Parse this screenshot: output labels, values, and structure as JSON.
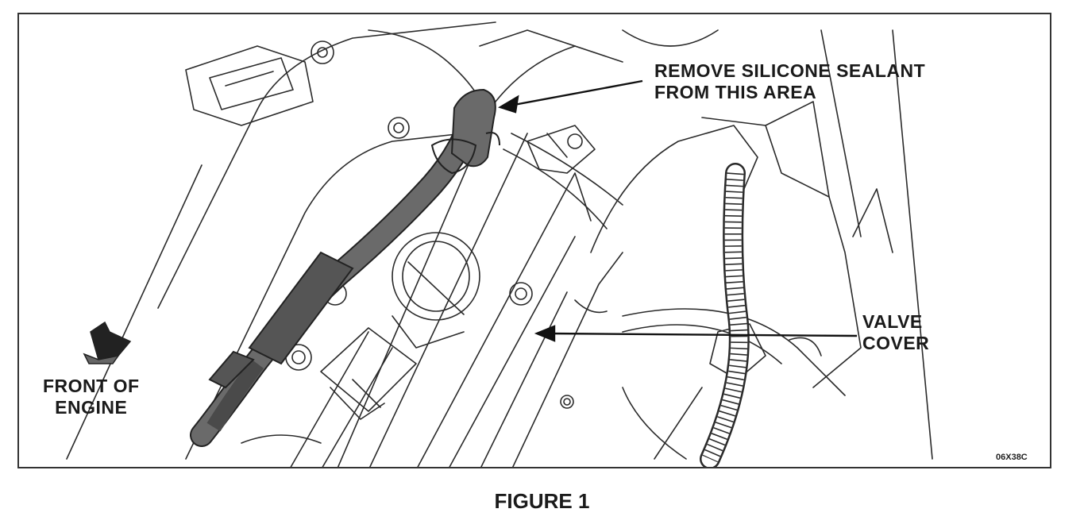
{
  "figure": {
    "caption": "FIGURE 1",
    "code": "06X38C"
  },
  "callouts": {
    "sealant": {
      "line1": "REMOVE SILICONE SEALANT",
      "line2": "FROM THIS AREA"
    },
    "valve_cover": {
      "line1": "VALVE",
      "line2": "COVER"
    },
    "front": {
      "line1": "FRONT OF",
      "line2": "ENGINE"
    }
  },
  "colors": {
    "line": "#222222",
    "harness": "#6a6a6a",
    "harness_dark": "#4a4a4a",
    "frame": "#333333"
  }
}
